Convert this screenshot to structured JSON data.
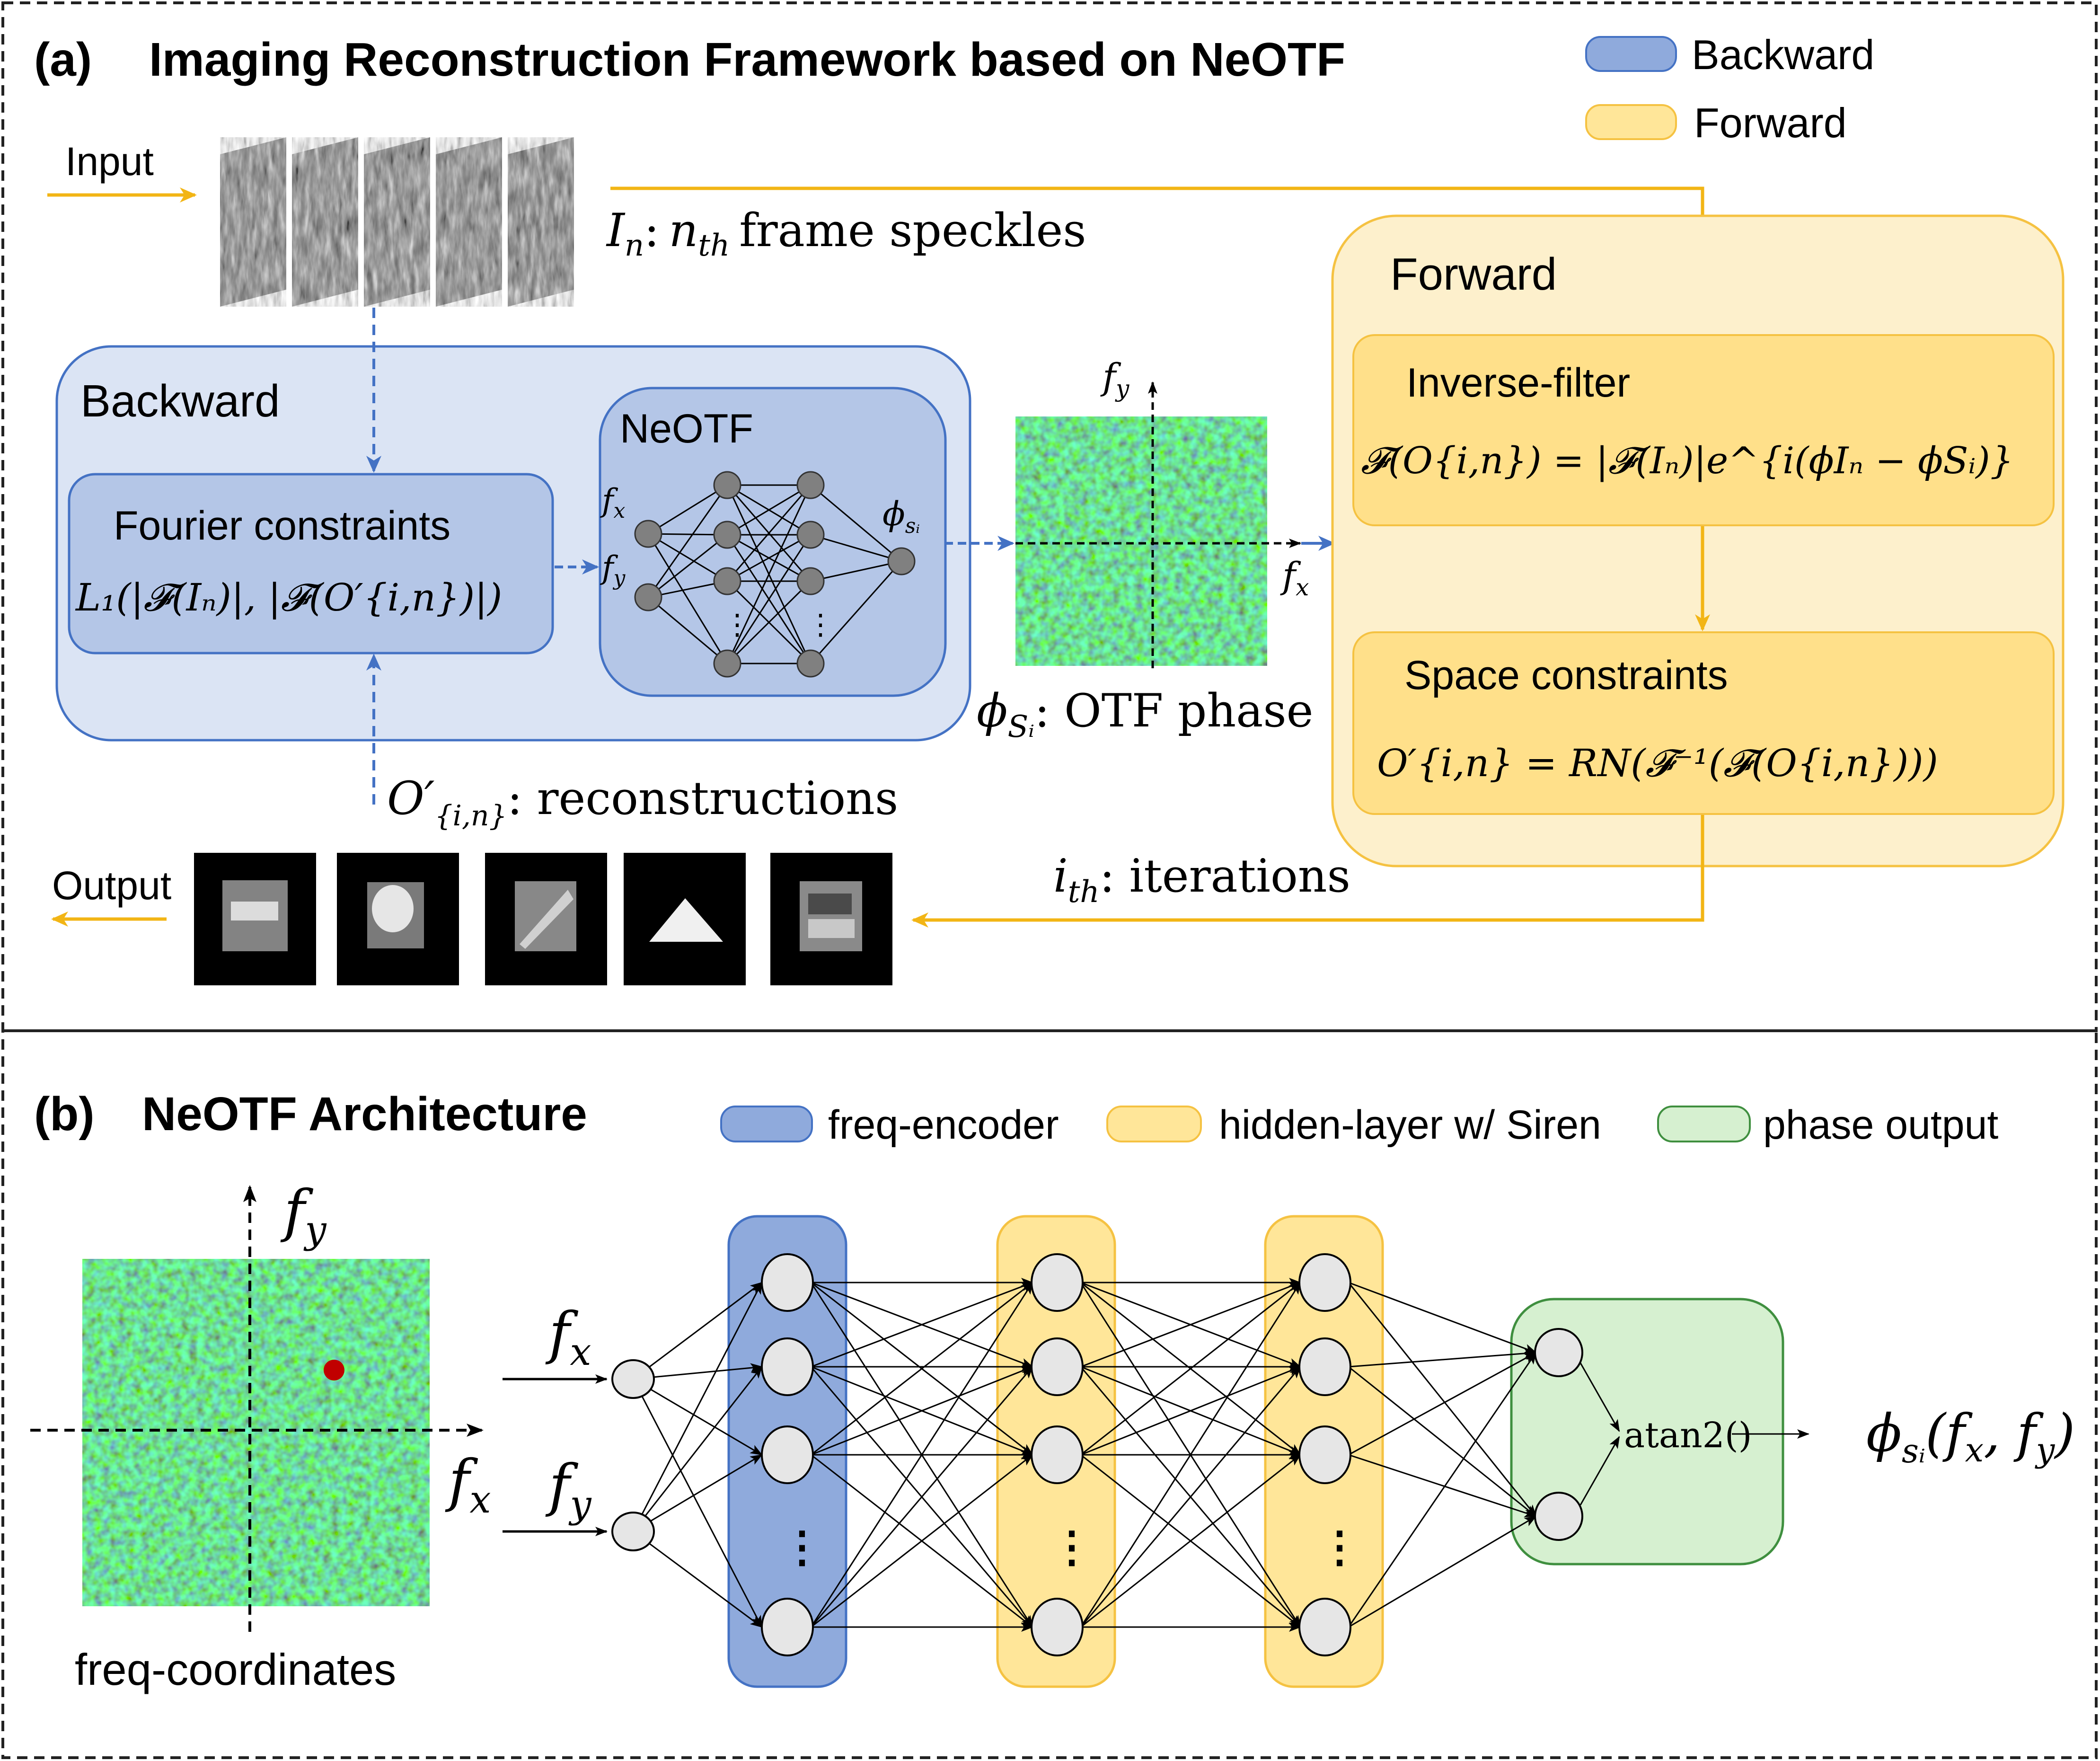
{
  "colors": {
    "backward_fill": "#dbe4f4",
    "backward_stroke": "#4472c4",
    "backward_inner_fill": "#b4c6e7",
    "backward_legend": "#8faadc",
    "forward_fill": "#fdf0cc",
    "forward_stroke": "#f5c242",
    "forward_inner_fill": "#ffe08a",
    "phase_fill": "#d6f0d0",
    "phase_stroke": "#3f8f3f",
    "arrow_orange": "#f2b515",
    "arrow_blue": "#4472c4",
    "node_fill": "#e6e6e6",
    "node_dark": "#808080",
    "red_dot": "#c00000"
  },
  "panel_a": {
    "label": "(a)",
    "title": "Imaging Reconstruction Framework based on NeOTF",
    "legend": {
      "backward": "Backward",
      "forward": "Forward"
    },
    "input_label": "Input",
    "output_label": "Output",
    "speckle_caption": {
      "symbol": "I",
      "sub": "n",
      "colon": ":",
      "nth": "n",
      "nth_sub": "th",
      "text": "frame speckles"
    },
    "backward_box": {
      "title": "Backward",
      "fourier": {
        "title": "Fourier constraints",
        "formula": "L₁(|𝓕(Iₙ)|, |𝓕(O′{i,n})|)"
      },
      "neotf": {
        "title": "NeOTF",
        "fx": "f",
        "fx_sub": "x",
        "fy": "f",
        "fy_sub": "y",
        "phi": "ϕ",
        "phi_sub": "sᵢ",
        "dots": "⋮"
      }
    },
    "otf_phase": {
      "fy": "f",
      "fy_sub": "y",
      "fx": "f",
      "fx_sub": "x",
      "caption_symbol": "ϕ",
      "caption_sub": "Sᵢ",
      "caption_text": ":  OTF phase"
    },
    "forward_box": {
      "title": "Forward",
      "inverse_filter": {
        "title": "Inverse-filter",
        "formula": "𝓕(O{i,n}) = |𝓕(Iₙ)|e^{i(ϕIₙ − ϕSᵢ)}"
      },
      "space_constraints": {
        "title": "Space constraints",
        "formula": "O′{i,n} = RN(𝓕⁻¹(𝓕(O{i,n})))"
      }
    },
    "reconstructions_caption": {
      "symbol": "O′",
      "sub": "{i,n}",
      "text": ":  reconstructions"
    },
    "iterations_caption": {
      "symbol": "i",
      "sub": "th",
      "text": ":  iterations"
    }
  },
  "panel_b": {
    "label": "(b)",
    "title": "NeOTF Architecture",
    "legend": {
      "encoder": "freq-encoder",
      "hidden": "hidden-layer w/ Siren",
      "phase": "phase output"
    },
    "axes": {
      "fy": "f",
      "fy_sub": "y",
      "fx": "f",
      "fx_sub": "x"
    },
    "freq_caption": "freq-coordinates",
    "inputs": {
      "fx": "f",
      "fx_sub": "x",
      "fy": "f",
      "fy_sub": "y"
    },
    "atan": "atan2()",
    "dots": "⋮",
    "output": {
      "symbol": "ϕ",
      "sub": "sᵢ",
      "args": "(f",
      "a1": "x",
      "comma": ", f",
      "a2": "y",
      "close": ")"
    }
  }
}
